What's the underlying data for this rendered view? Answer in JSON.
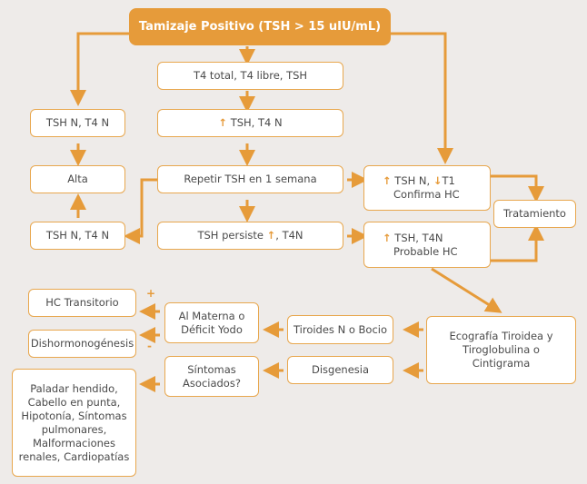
{
  "title": "Tamizaje Positivo (TSH > 15 uIU/mL)",
  "nodes": {
    "t4_total": "T4 total, T4 libre, TSH",
    "tsh_up_t4n": "TSH, T4 N",
    "tsh_n_t4_n_top": "TSH N, T4 N",
    "alta": "Alta",
    "repetir": "Repetir TSH en 1 semana",
    "tsh_n_t4_n_bottom": "TSH N, T4 N",
    "tsh_persiste_a": "TSH persiste",
    "tsh_persiste_b": ", T4N",
    "confirma_a": "TSH N,",
    "confirma_b": "T1",
    "confirma_c": "Confirma HC",
    "probable_a": "TSH, T4N",
    "probable_b": "Probable HC",
    "tratamiento": "Tratamiento",
    "ecografia": "Ecografía Tiroidea y\nTiroglobulina o\nCintigrama",
    "tiroides": "Tiroides N o Bocio",
    "disgenesia": "Disgenesia",
    "al_materna": "Al Materna o\nDéficit Yodo",
    "sintomas": "Síntomas\nAsociados?",
    "hc_transitorio": "HC Transitorio",
    "dishormonogenesis": "Dishormonogénesis",
    "paladar": "Paladar hendido,\nCabello en punta,\nHipotonía, Síntomas\npulmonares,\nMalformaciones\nrenales, Cardiopatías"
  },
  "signs": {
    "plus": "+",
    "minus": "-"
  },
  "colors": {
    "accent": "#e69b3a",
    "border": "#e8a74e",
    "background": "#eeebe9"
  }
}
